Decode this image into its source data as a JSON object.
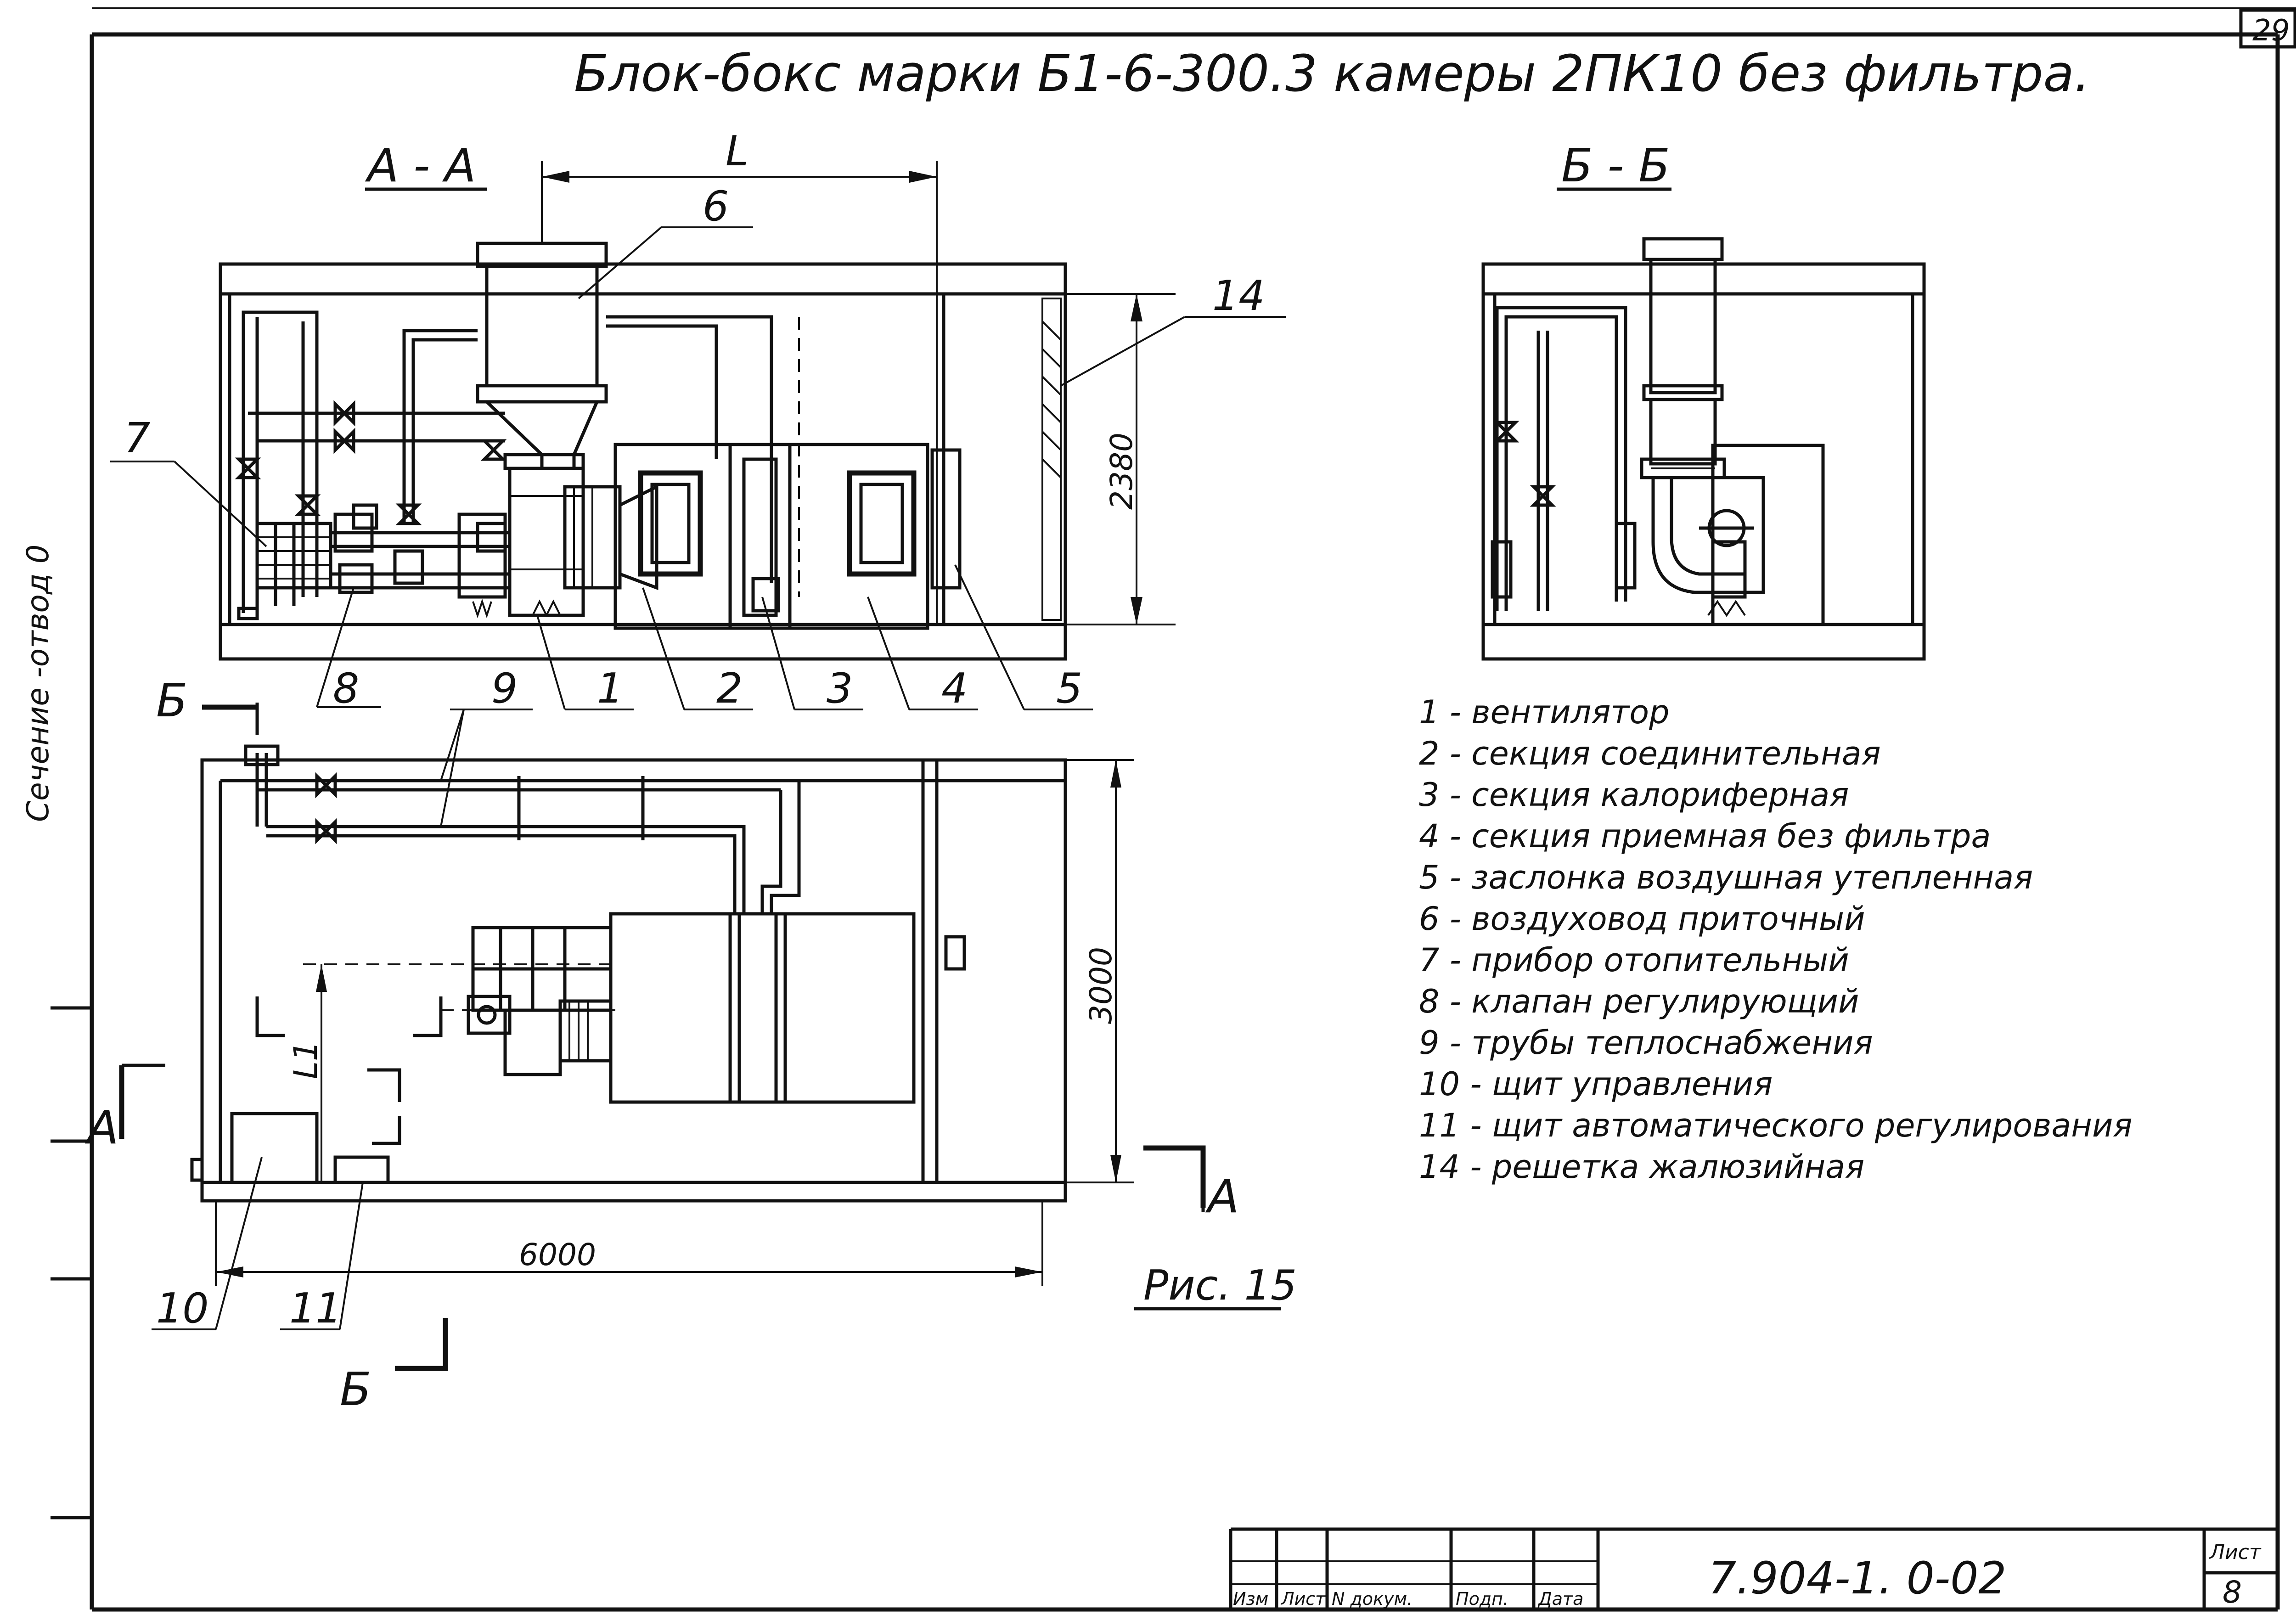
{
  "sheet_number": "29",
  "title": "Блок-бокс марки Б1-6-300.3 камеры 2ПК10 без фильтра.",
  "side_note": "Сечение -отвод 0",
  "section_aa": "А - А",
  "section_bb": "Б - Б",
  "dim_L": "L",
  "dim_L1": "L1",
  "dim_2380": "2380",
  "dim_3000": "3000",
  "dim_6000": "6000",
  "cut_b": "Б",
  "cut_a": "А",
  "callouts": {
    "c1": "1",
    "c2": "2",
    "c3": "3",
    "c4": "4",
    "c5": "5",
    "c6": "6",
    "c7": "7",
    "c8": "8",
    "c9": "9",
    "c10": "10",
    "c11": "11",
    "c14": "14"
  },
  "legend": [
    "1 - вентилятор",
    "2 - секция   соединительная",
    "3 - секция   калориферная",
    "4 - секция   приемная без фильтра",
    "5 - заслонка  воздушная  утепленная",
    "6 - воздуховод  приточный",
    "7 - прибор  отопительный",
    "8 - клапан  регулирующий",
    "9 - трубы   теплоснабжения",
    "10 - щит   управления",
    "11 - щит  автоматического  регулирования",
    "14 - решетка  жалюзийная"
  ],
  "figure_caption": "Рис. 15",
  "title_block": {
    "headers": [
      "Изм",
      "Лист",
      "N докум.",
      "Подп.",
      "Дата"
    ],
    "document_code": "7.904-1. 0-02",
    "sheet_label": "Лист",
    "sheet_value": "8"
  }
}
